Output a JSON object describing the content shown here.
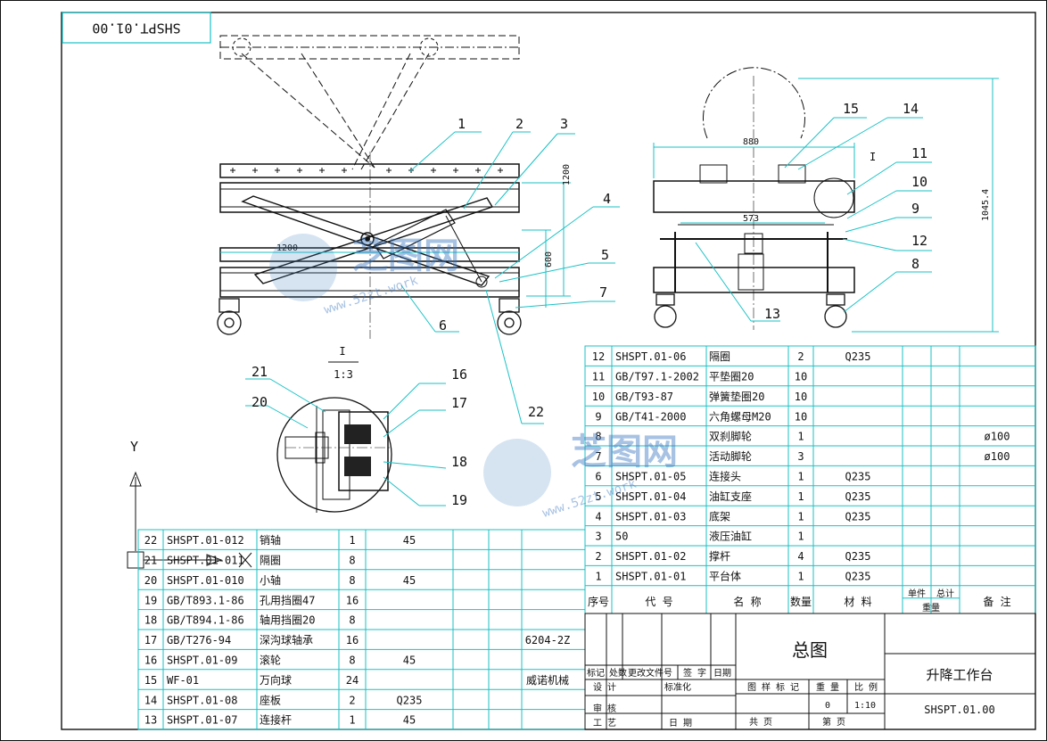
{
  "drawing_number_box": "SHSPT.01.00",
  "view_callouts": [
    "1",
    "2",
    "3",
    "4",
    "5",
    "6",
    "7",
    "8",
    "9",
    "10",
    "11",
    "12",
    "13",
    "14",
    "15",
    "16",
    "17",
    "18",
    "19",
    "20",
    "21",
    "22"
  ],
  "dimensions": {
    "front_height": "1200",
    "front_width": "1200",
    "front_lower": "600",
    "side_width": "880",
    "side_inner": "573",
    "side_height": "1045.4"
  },
  "detail": {
    "label": "I",
    "scale": "1:3"
  },
  "side_detail_mark": "I",
  "axis_label": "Y",
  "watermark": {
    "brand": "芝图网",
    "url": "www.52zt.work"
  },
  "bom_right": [
    {
      "no": "12",
      "code": "SHSPT.01-06",
      "name": "隔圈",
      "qty": "2",
      "mat": "Q235",
      "remark": ""
    },
    {
      "no": "11",
      "code": "GB/T97.1-2002",
      "name": "平垫圈20",
      "qty": "10",
      "mat": "",
      "remark": ""
    },
    {
      "no": "10",
      "code": "GB/T93-87",
      "name": "弹簧垫圈20",
      "qty": "10",
      "mat": "",
      "remark": ""
    },
    {
      "no": "9",
      "code": "GB/T41-2000",
      "name": "六角螺母M20",
      "qty": "10",
      "mat": "",
      "remark": ""
    },
    {
      "no": "8",
      "code": "",
      "name": "双刹脚轮",
      "qty": "1",
      "mat": "",
      "remark": "ø100"
    },
    {
      "no": "7",
      "code": "",
      "name": "活动脚轮",
      "qty": "3",
      "mat": "",
      "remark": "ø100"
    },
    {
      "no": "6",
      "code": "SHSPT.01-05",
      "name": "连接头",
      "qty": "1",
      "mat": "Q235",
      "remark": ""
    },
    {
      "no": "5",
      "code": "SHSPT.01-04",
      "name": "油缸支座",
      "qty": "1",
      "mat": "Q235",
      "remark": ""
    },
    {
      "no": "4",
      "code": "SHSPT.01-03",
      "name": "底架",
      "qty": "1",
      "mat": "Q235",
      "remark": ""
    },
    {
      "no": "3",
      "code": "50",
      "name": "液压油缸",
      "qty": "1",
      "mat": "",
      "remark": ""
    },
    {
      "no": "2",
      "code": "SHSPT.01-02",
      "name": "撑杆",
      "qty": "4",
      "mat": "Q235",
      "remark": ""
    },
    {
      "no": "1",
      "code": "SHSPT.01-01",
      "name": "平台体",
      "qty": "1",
      "mat": "Q235",
      "remark": ""
    }
  ],
  "bom_header": {
    "no": "序号",
    "code": "代  号",
    "name": "名  称",
    "qty": "数量",
    "mat": "材  料",
    "unit": "单件",
    "total": "总计",
    "weight": "重量",
    "remark": "备  注"
  },
  "bom_left": [
    {
      "no": "22",
      "code": "SHSPT.01-012",
      "name": "销轴",
      "qty": "1",
      "mat": "45",
      "remark": ""
    },
    {
      "no": "21",
      "code": "SHSPT.01-011",
      "name": "隔圈",
      "qty": "8",
      "mat": "",
      "remark": ""
    },
    {
      "no": "20",
      "code": "SHSPT.01-010",
      "name": "小轴",
      "qty": "8",
      "mat": "45",
      "remark": ""
    },
    {
      "no": "19",
      "code": "GB/T893.1-86",
      "name": "孔用挡圈47",
      "qty": "16",
      "mat": "",
      "remark": ""
    },
    {
      "no": "18",
      "code": "GB/T894.1-86",
      "name": "轴用挡圈20",
      "qty": "8",
      "mat": "",
      "remark": ""
    },
    {
      "no": "17",
      "code": "GB/T276-94",
      "name": "深沟球轴承",
      "qty": "16",
      "mat": "",
      "remark": "6204-2Z"
    },
    {
      "no": "16",
      "code": "SHSPT.01-09",
      "name": "滚轮",
      "qty": "8",
      "mat": "45",
      "remark": ""
    },
    {
      "no": "15",
      "code": "WF-01",
      "name": "万向球",
      "qty": "24",
      "mat": "",
      "remark": "威诺机械"
    },
    {
      "no": "14",
      "code": "SHSPT.01-08",
      "name": "座板",
      "qty": "2",
      "mat": "Q235",
      "remark": ""
    },
    {
      "no": "13",
      "code": "SHSPT.01-07",
      "name": "连接杆",
      "qty": "1",
      "mat": "45",
      "remark": ""
    }
  ],
  "title_block": {
    "drawing_title": "总图",
    "product_name": "升降工作台",
    "drawing_code": "SHSPT.01.00",
    "revision_headers": [
      "标记",
      "处数",
      "更改文件号",
      "签 字",
      "日期"
    ],
    "roles": [
      "设 计",
      "标准化",
      "审 核",
      "工 艺"
    ],
    "date_label": "日 期",
    "stage_label": "图 样 标 记",
    "weight_label": "重 量",
    "scale_label": "比 例",
    "weight_value": "0",
    "scale_value": "1:10",
    "sheet_total": "共      页",
    "sheet_no": "第      页"
  }
}
